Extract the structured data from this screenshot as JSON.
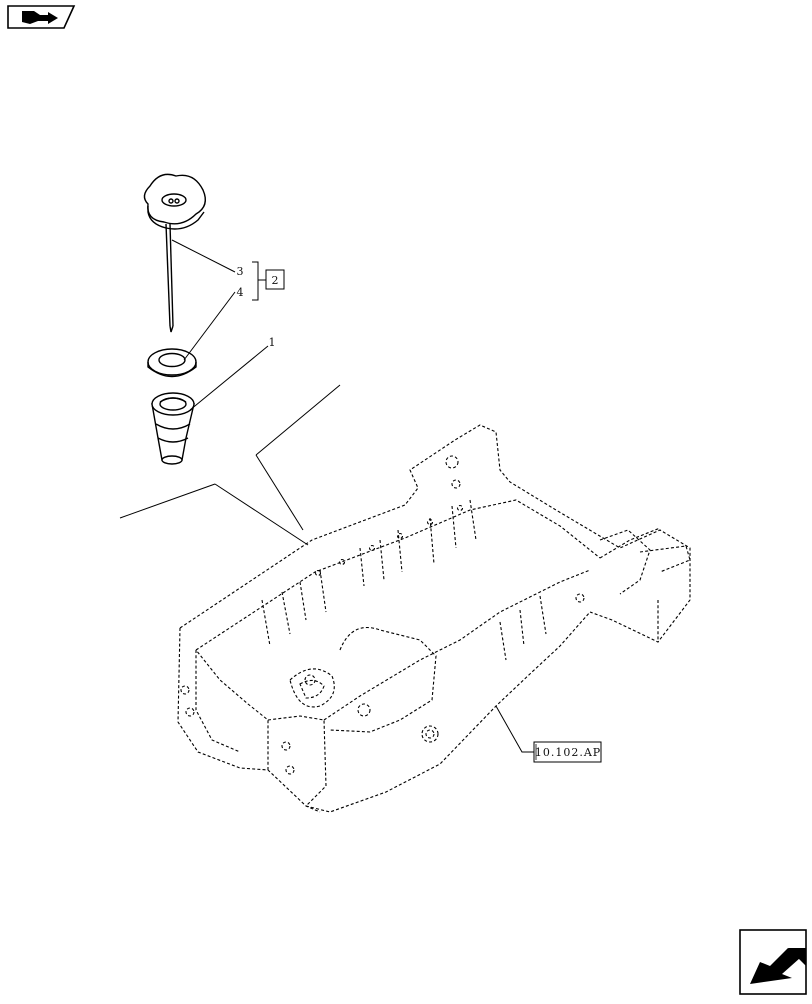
{
  "diagram": {
    "callouts": {
      "part_1": "1",
      "part_3": "3",
      "part_4": "4",
      "kit_2": "2",
      "ref_code": "10.102.AP"
    }
  },
  "navigation": {
    "top_icon": "book-forward-icon",
    "bottom_icon": "next-page-arrow-icon"
  }
}
